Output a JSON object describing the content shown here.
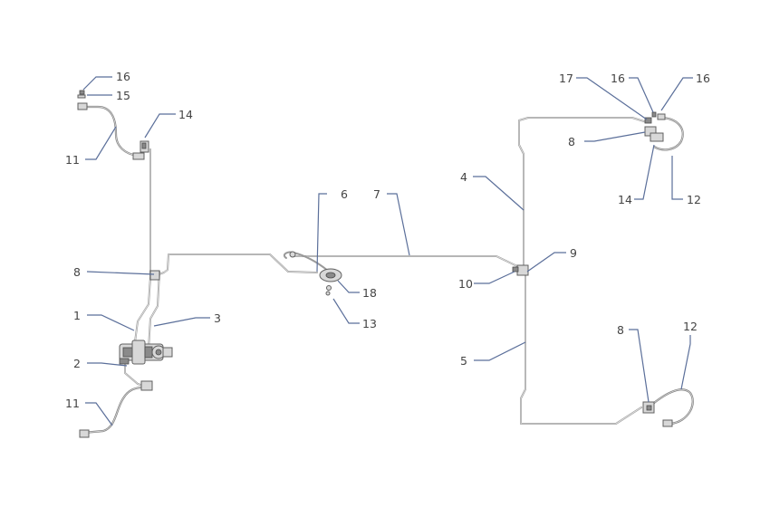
{
  "callouts": [
    {
      "id": "c16a",
      "text": "16"
    },
    {
      "id": "c15",
      "text": "15"
    },
    {
      "id": "c14a",
      "text": "14"
    },
    {
      "id": "c11a",
      "text": "11"
    },
    {
      "id": "c8a",
      "text": "8"
    },
    {
      "id": "c1",
      "text": "1"
    },
    {
      "id": "c3",
      "text": "3"
    },
    {
      "id": "c2",
      "text": "2"
    },
    {
      "id": "c11b",
      "text": "11"
    },
    {
      "id": "c6",
      "text": "6"
    },
    {
      "id": "c7",
      "text": "7"
    },
    {
      "id": "c18",
      "text": "18"
    },
    {
      "id": "c13",
      "text": "13"
    },
    {
      "id": "c4",
      "text": "4"
    },
    {
      "id": "c9",
      "text": "9"
    },
    {
      "id": "c10",
      "text": "10"
    },
    {
      "id": "c5",
      "text": "5"
    },
    {
      "id": "c17",
      "text": "17"
    },
    {
      "id": "c16b",
      "text": "16"
    },
    {
      "id": "c16c",
      "text": "16"
    },
    {
      "id": "c8b",
      "text": "8"
    },
    {
      "id": "c14b",
      "text": "14"
    },
    {
      "id": "c12a",
      "text": "12"
    },
    {
      "id": "c8c",
      "text": "8"
    },
    {
      "id": "c12b",
      "text": "12"
    }
  ],
  "colors": {
    "pipe": "#9a9a9a",
    "leader": "#5b6f9a",
    "label": "#444444"
  }
}
